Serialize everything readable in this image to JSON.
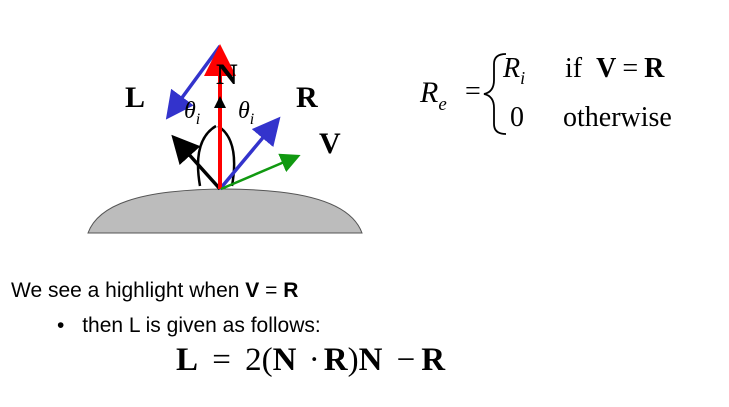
{
  "diagram": {
    "labels": {
      "normal": "N",
      "light": "L",
      "reflect": "R",
      "view": "V",
      "theta": "θ",
      "theta_sub": "i"
    },
    "colors": {
      "normal": "#ff0000",
      "reflect": "#3333cc",
      "light_arrow": "#000000",
      "light_blue": "#3333cc",
      "view": "#119911",
      "surface": "#bcbcbc"
    }
  },
  "equation": {
    "lhs": "R",
    "lhs_sub": "e",
    "equals": "=",
    "case1_val": "R",
    "case1_sub": "i",
    "case1_cond_if": "if",
    "case1_cond_v": "V",
    "case1_cond_eq": "=",
    "case1_cond_r": "R",
    "case2_val": "0",
    "case2_cond": "otherwise"
  },
  "text": {
    "line1_prefix": "We see a highlight when",
    "line1_v": "V",
    "line1_eq": "=",
    "line1_r": "R",
    "bullet": "•",
    "line2": "then L is given as follows:"
  },
  "formula": {
    "lhs": "L",
    "eq": "=",
    "coef": "2(",
    "n1": "N",
    "dot": "·",
    "r1": "R",
    "close": ")",
    "n2": "N",
    "minus": "−",
    "r2": "R"
  }
}
